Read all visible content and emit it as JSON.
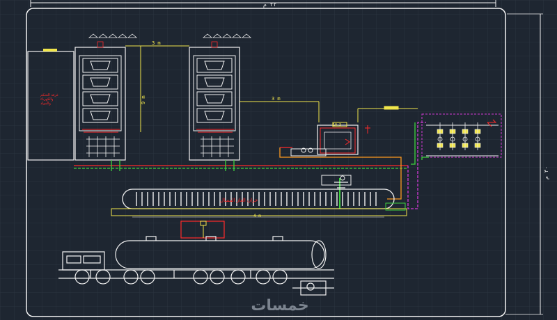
{
  "drawing": {
    "colors": {
      "background": "#1e2631",
      "grid": "#2b3440",
      "linework": "#f2f2f2",
      "yellow": "#f1e64b",
      "red": "#ff2a2a",
      "green": "#3ed23e",
      "magenta": "#d43bd8",
      "orange": "#ff9a1f"
    },
    "labels": {
      "top_width_dim": "٢٢ م",
      "right_height_dim": "٣٠ م",
      "spacing_dim_1": "3 m",
      "spacing_dim_2": "3 m",
      "vertical_dim": "9 m",
      "unit_label": "10.3",
      "tank_label": "خزان الغاز المسال",
      "bottom_dim": "4 m",
      "room_note": "غرفة التحكم\nوالكهرباء\nوالمولد"
    },
    "icons": {
      "vaporizer": "vaporizer-icon",
      "valve": "valve-icon",
      "pump": "pump-icon",
      "truck": "tanker-truck-icon"
    },
    "watermark": "خمسات"
  }
}
